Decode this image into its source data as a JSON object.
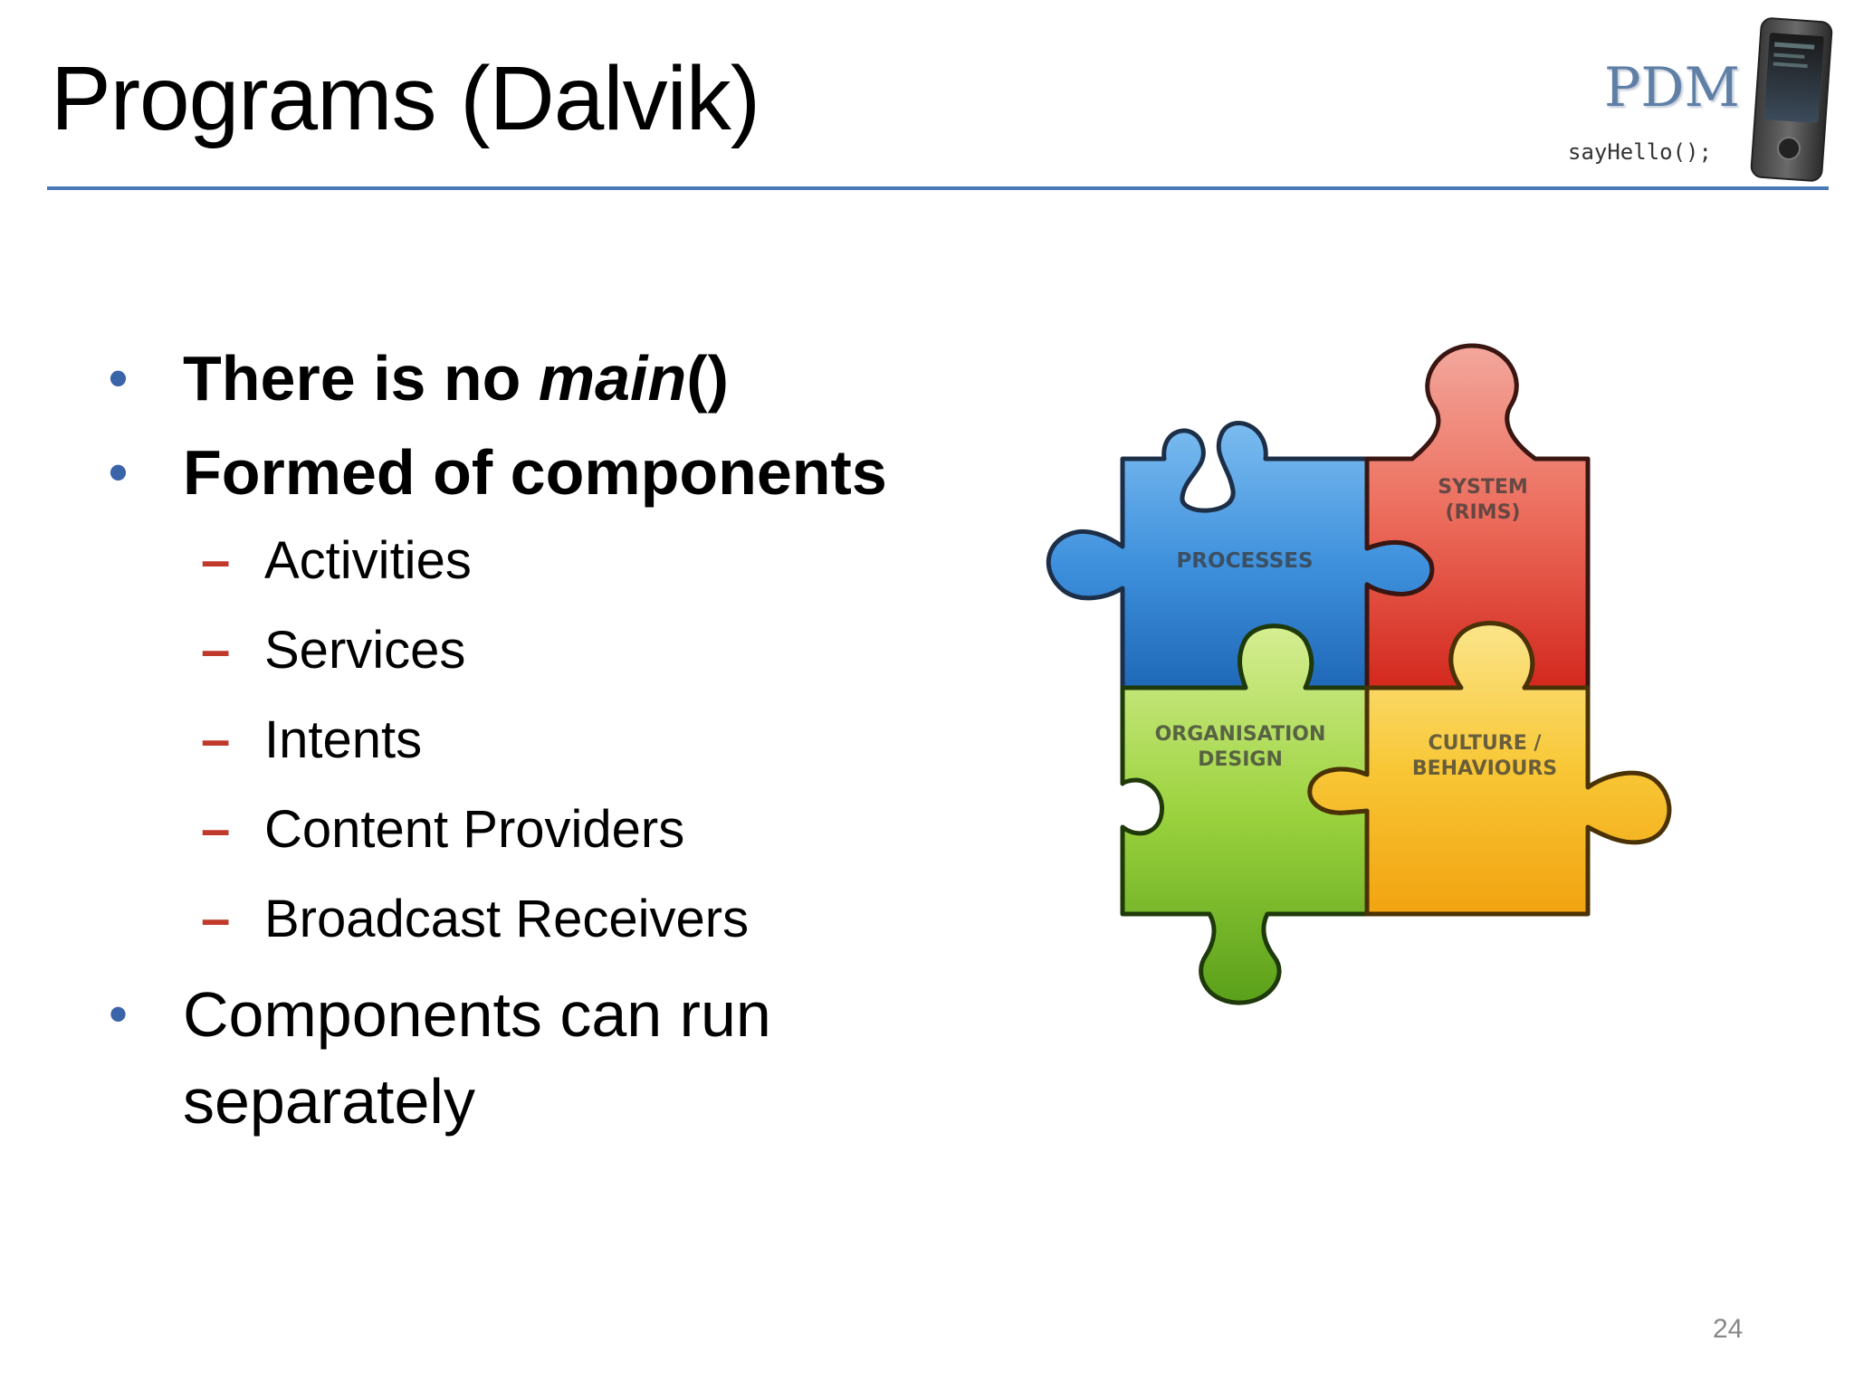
{
  "slide": {
    "title": "Programs (Dalvik)",
    "page_number": "24"
  },
  "logo": {
    "brand": "PDM",
    "code": "sayHello();",
    "phone_icon": "phone-icon"
  },
  "bullets": {
    "b1_prefix": "There is no ",
    "b1_italic": "main",
    "b1_suffix": "()",
    "b2": "Formed of components",
    "components": [
      "Activities",
      "Services",
      "Intents",
      "Content Providers",
      "Broadcast Receivers"
    ],
    "b3": "Components can run separately"
  },
  "puzzle": {
    "processes": "PROCESSES",
    "system_line1": "SYSTEM",
    "system_line2": "(RIMS)",
    "org_line1": "ORGANISATION",
    "org_line2": "DESIGN",
    "culture_line1": "CULTURE /",
    "culture_line2": "BEHAVIOURS",
    "colors": {
      "blue": "#2f86d6",
      "red": "#e8463a",
      "green": "#7cc224",
      "yellow": "#f7b81c"
    }
  }
}
